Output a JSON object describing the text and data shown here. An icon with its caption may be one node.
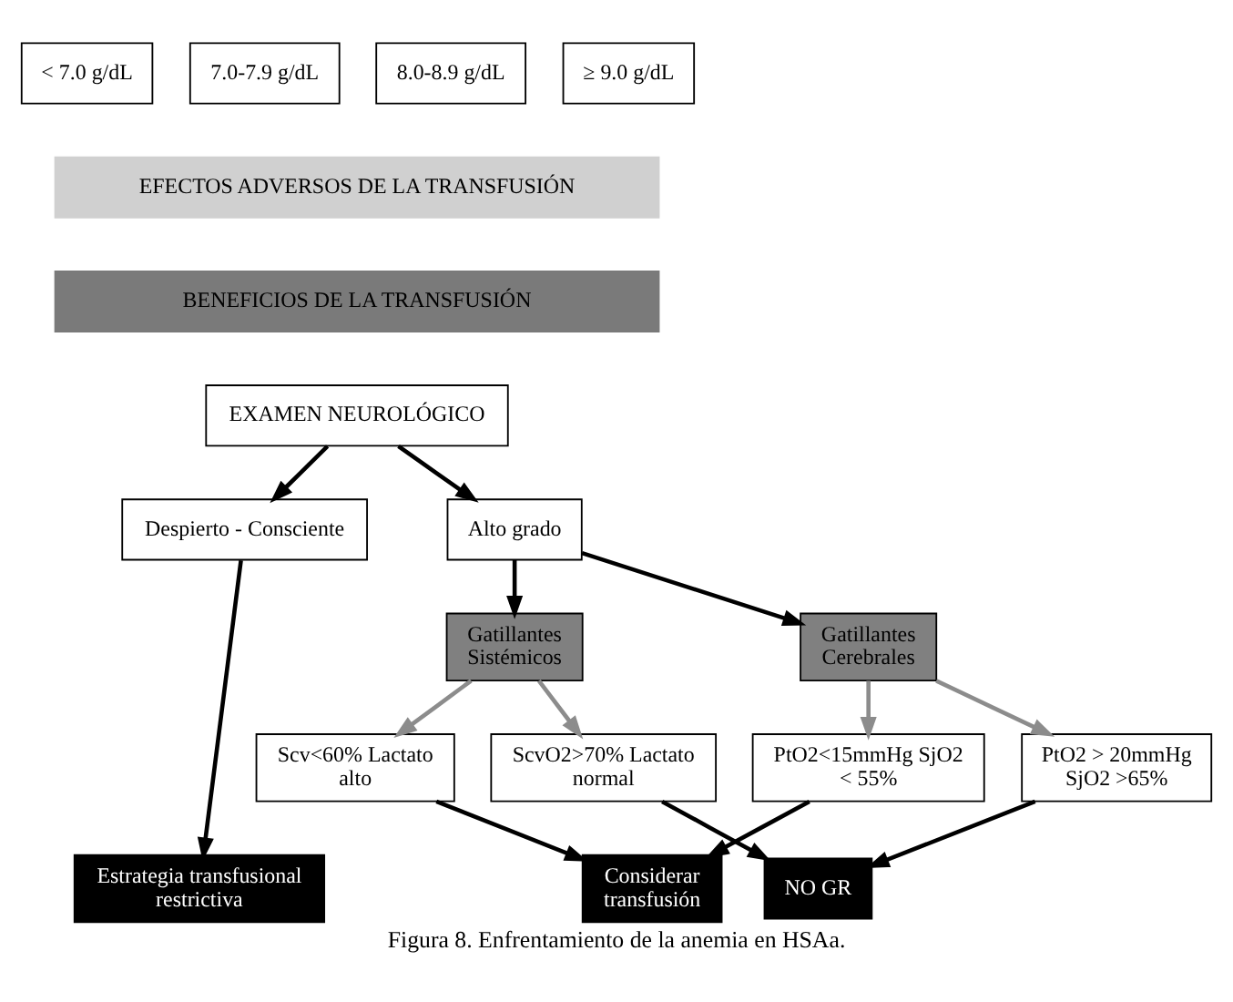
{
  "diagram": {
    "caption": "Figura 8. Enfrentamiento de la anemia en HSAa.",
    "nodes": [
      {
        "text": [
          "< 7.0 g/dL"
        ]
      },
      {
        "text": [
          "7.0-7.9 g/dL"
        ]
      },
      {
        "text": [
          "8.0-8.9 g/dL"
        ]
      },
      {
        "text": [
          "≥ 9.0 g/dL"
        ]
      },
      {
        "text": [
          "EFECTOS ADVERSOS DE LA TRANSFUSIÓN"
        ]
      },
      {
        "text": [
          "BENEFICIOS DE LA TRANSFUSIÓN"
        ]
      },
      {
        "text": [
          "EXAMEN NEUROLÓGICO"
        ]
      },
      {
        "text": [
          "Despierto - Consciente"
        ]
      },
      {
        "text": [
          "Alto grado"
        ]
      },
      {
        "text": [
          "Gatillantes Sistémicos"
        ]
      },
      {
        "text": [
          "Gatillantes Cerebrales"
        ]
      },
      {
        "text": [
          "ScvO2>70% Lactato normal"
        ]
      },
      {
        "text": [
          "PtO2 > 20mmHg SjO2 >65%"
        ]
      },
      {
        "text": [
          "Scv<60% Lactato alto"
        ]
      },
      {
        "text": [
          "PtO2<15mmHg SjO2 < 55%"
        ]
      },
      {
        "text": [
          "Estrategia transfusional restrictiva"
        ]
      },
      {
        "text": [
          "NO GR"
        ]
      },
      {
        "text": [
          "Considerar transfusión"
        ]
      }
    ],
    "edges": [
      {
        "from": 6,
        "to": 7,
        "arrow": "to"
      },
      {
        "from": 6,
        "to": 8,
        "arrow": "to"
      },
      {
        "from": 8,
        "to": 9,
        "arrow": "to"
      },
      {
        "from": 8,
        "to": 10,
        "arrow": "to"
      },
      {
        "from": 9,
        "to": 11,
        "arrow": "to",
        "color": "#8c8c8c"
      },
      {
        "from": 9,
        "to": 13,
        "arrow": "to",
        "color": "#8c8c8c"
      },
      {
        "from": 10,
        "to": 12,
        "arrow": "to",
        "color": "#8c8c8c"
      },
      {
        "from": 10,
        "to": 14,
        "arrow": "to",
        "color": "#8c8c8c"
      },
      {
        "from": 7,
        "to": 15,
        "arrow": "to"
      },
      {
        "from": 11,
        "to": 16,
        "arrow": "to"
      },
      {
        "from": 13,
        "to": 17,
        "arrow": "to"
      },
      {
        "from": 12,
        "to": 16,
        "arrow": "to"
      },
      {
        "from": 14,
        "to": 17,
        "arrow": "to"
      }
    ]
  }
}
